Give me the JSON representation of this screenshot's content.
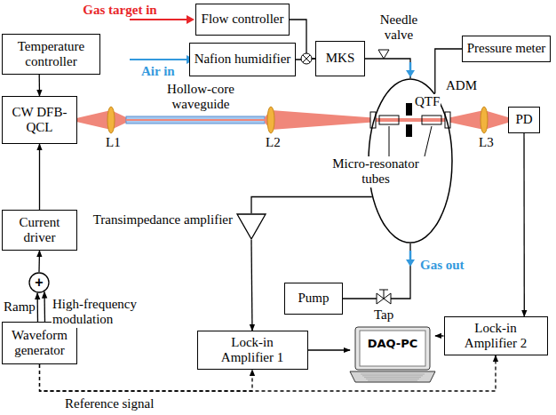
{
  "diagram": {
    "nodes": [
      {
        "text": [
          "Flow controller"
        ]
      },
      {
        "text": [
          "Nafion humidifier"
        ]
      },
      {
        "text": [
          "MKS"
        ]
      },
      {
        "text": [
          "Temperature controller"
        ]
      },
      {
        "text": [
          "CW DFB-QCL"
        ]
      },
      {
        "text": [
          "Current driver"
        ]
      },
      {
        "text": [
          "+"
        ]
      },
      {
        "text": [
          "Waveform generator"
        ]
      },
      {
        "text": [
          "Pressure meter"
        ]
      },
      {
        "text": [
          "ADM"
        ]
      },
      {
        "text": [
          "Transimpedance amplifier"
        ]
      },
      {
        "text": [
          "PD"
        ]
      },
      {
        "text": [
          "Pump"
        ]
      },
      {
        "text": [
          "Lock-in Amplifier 1"
        ]
      },
      {
        "text": [
          "Lock-in Amplifier 2"
        ]
      },
      {
        "text": [
          "DAQ-PC"
        ]
      }
    ],
    "edges": [
      {
        "from": 0,
        "to": 2,
        "arrow": "none"
      },
      {
        "from": 1,
        "to": 2,
        "arrow": "none"
      },
      {
        "from": 2,
        "to": 9,
        "arrow": "none"
      },
      {
        "from": 8,
        "to": 9,
        "arrow": "none"
      },
      {
        "from": 3,
        "to": 4,
        "arrow": "to"
      },
      {
        "from": 5,
        "to": 4,
        "arrow": "to"
      },
      {
        "from": 6,
        "to": 5,
        "arrow": "to"
      },
      {
        "from": 7,
        "to": 6,
        "arrow": "to"
      },
      {
        "from": 7,
        "to": 6,
        "arrow": "to"
      },
      {
        "from": 9,
        "to": 10,
        "arrow": "none"
      },
      {
        "from": 10,
        "to": 13,
        "arrow": "to"
      },
      {
        "from": 9,
        "to": 12,
        "arrow": "none"
      },
      {
        "from": 11,
        "to": 14,
        "arrow": "to"
      },
      {
        "from": 13,
        "to": 15,
        "arrow": "to"
      },
      {
        "from": 14,
        "to": 15,
        "arrow": "to"
      },
      {
        "from": 7,
        "to": 13,
        "arrow": "to"
      },
      {
        "from": 7,
        "to": 14,
        "arrow": "to"
      }
    ],
    "labels": [
      "Gas target in",
      "Air in",
      "Needle valve",
      "L1",
      "Hollow-core waveguide",
      "L2",
      "QTF",
      "Micro-resonator tubes",
      "Gas out",
      "L3",
      "Tap",
      "Ramp",
      "High-frequency modulation",
      "Reference signal"
    ]
  }
}
